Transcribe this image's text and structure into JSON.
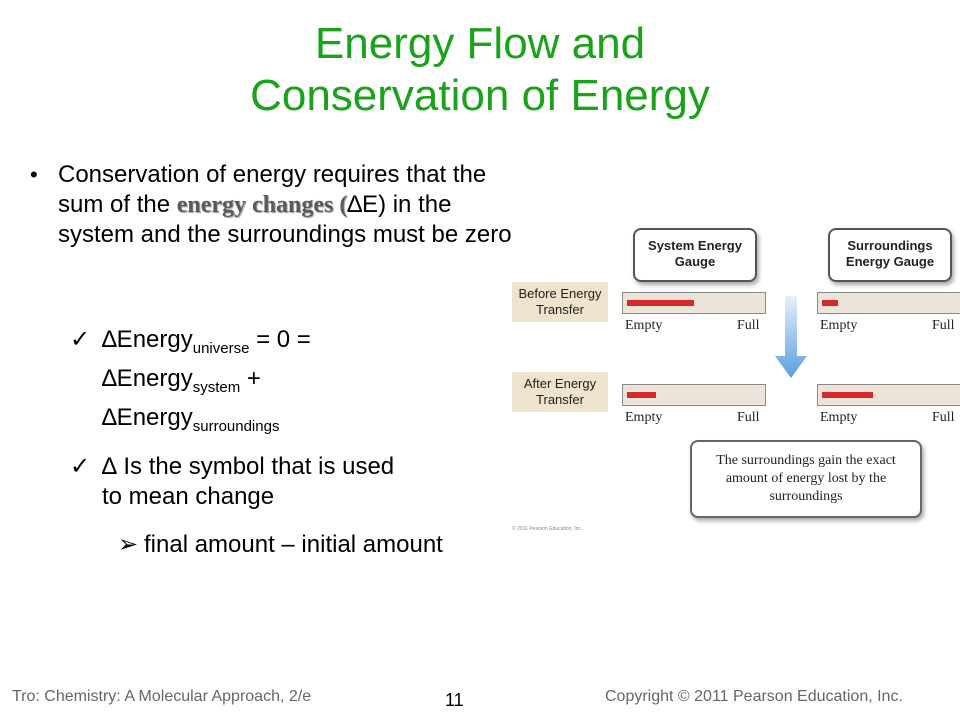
{
  "slide": {
    "title_line1": "Energy Flow and",
    "title_line2": "Conservation of Energy",
    "bullet": {
      "part1": "Conservation of energy requires that the sum of the ",
      "emphasis": "energy changes (",
      "part2": "∆E) in the system and the surroundings must be zero"
    },
    "check1": {
      "delta1": "∆Energy",
      "sub1": "universe",
      "eq": " = 0 = ",
      "delta2": "∆Energy",
      "sub2": "system",
      "plus": " + ",
      "delta3": "∆Energy",
      "sub3": "surroundings"
    },
    "check2": "∆ Is the symbol that is used to mean change",
    "arrow_item": "final amount – initial amount"
  },
  "figure": {
    "system_title": "System Energy Gauge",
    "surroundings_title": "Surroundings Energy Gauge",
    "before_label": "Before Energy Transfer",
    "after_label": "After Energy Transfer",
    "empty": "Empty",
    "full": "Full",
    "levels": {
      "system_before": 0.5,
      "surroundings_before": 0.12,
      "system_after": 0.22,
      "surroundings_after": 0.38
    },
    "fill_color": "#d42a2a",
    "arrow_color": "#6aa6e0",
    "note": "The surroundings gain the exact amount of energy lost by the surroundings",
    "tiny_copyright": "© 2011 Pearson Education, Inc."
  },
  "footer": {
    "left": "Tro: Chemistry: A Molecular Approach, 2/e",
    "page": "11",
    "right": "Copyright © 2011 Pearson Education, Inc."
  }
}
